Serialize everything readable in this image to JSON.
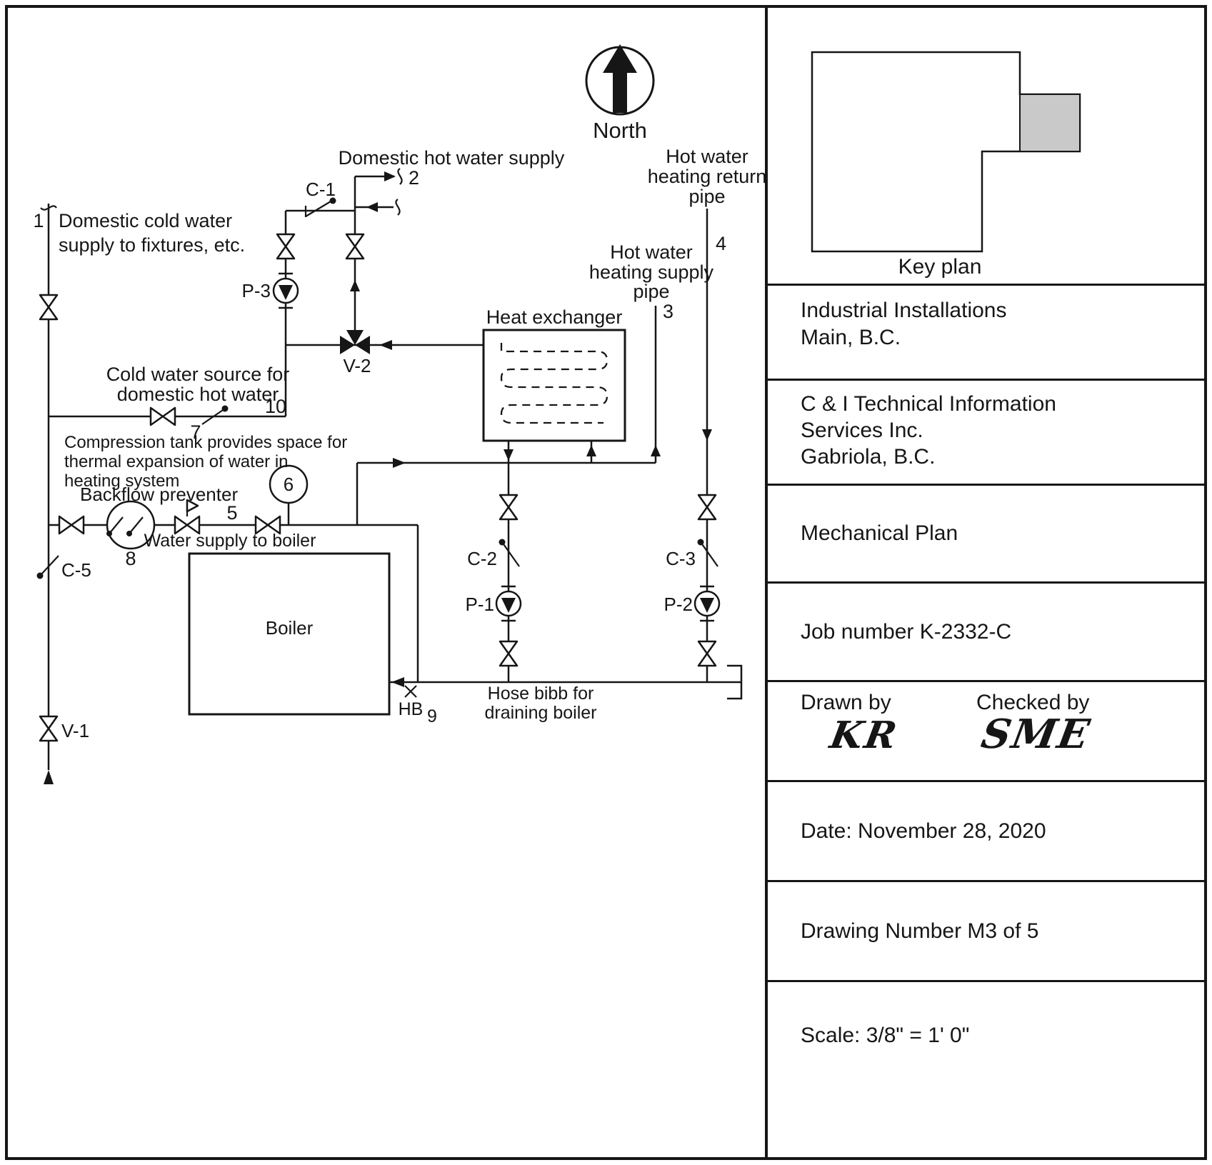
{
  "diagram": {
    "north_label": "North",
    "callouts": {
      "n1": "1",
      "n2": "2",
      "n3": "3",
      "n4": "4",
      "n5": "5",
      "n6": "6",
      "n7": "7",
      "n8": "8",
      "n9": "9",
      "n10": "10"
    },
    "labels": {
      "dhws": "Domestic hot water supply",
      "dcw1": "Domestic cold water",
      "dcw2": "supply to fixtures, etc.",
      "hwr1": "Hot water",
      "hwr2": "heating return",
      "hwr3": "pipe",
      "hws1": "Hot water",
      "hws2": "heating supply",
      "hws3": "pipe",
      "hx": "Heat exchanger",
      "cws1": "Cold water source for",
      "cws2": "domestic hot water",
      "ct1": "Compression tank provides space for",
      "ct2": "thermal expansion of water in",
      "ct3": "heating system",
      "bfp": "Backflow preventer",
      "wsb": "Water supply to boiler",
      "boiler": "Boiler",
      "hb_tag": "HB",
      "hb_line1": "Hose bibb for",
      "hb_line2": "draining boiler"
    },
    "tags": {
      "c1": "C-1",
      "c2": "C-2",
      "c3": "C-3",
      "c5": "C-5",
      "p1": "P-1",
      "p2": "P-2",
      "p3": "P-3",
      "v1": "V-1",
      "v2": "V-2"
    }
  },
  "title_block": {
    "key_plan_label": "Key plan",
    "key_plan_highlight_color": "#c9c9c9",
    "owner_line1": "Industrial Installations",
    "owner_line2": "Main, B.C.",
    "firm_line1": "C & I Technical Information",
    "firm_line2": "Services Inc.",
    "firm_line3": "Gabriola, B.C.",
    "sheet_title": "Mechanical Plan",
    "job_number": "Job number K-2332-C",
    "drawn_by_label": "Drawn by",
    "checked_by_label": "Checked by",
    "drawn_by_sig": "KR",
    "checked_by_sig": "SME",
    "date": "Date: November 28, 2020",
    "drawing_number": "Drawing Number M3 of 5",
    "scale": "Scale: 3/8\" = 1' 0\""
  }
}
